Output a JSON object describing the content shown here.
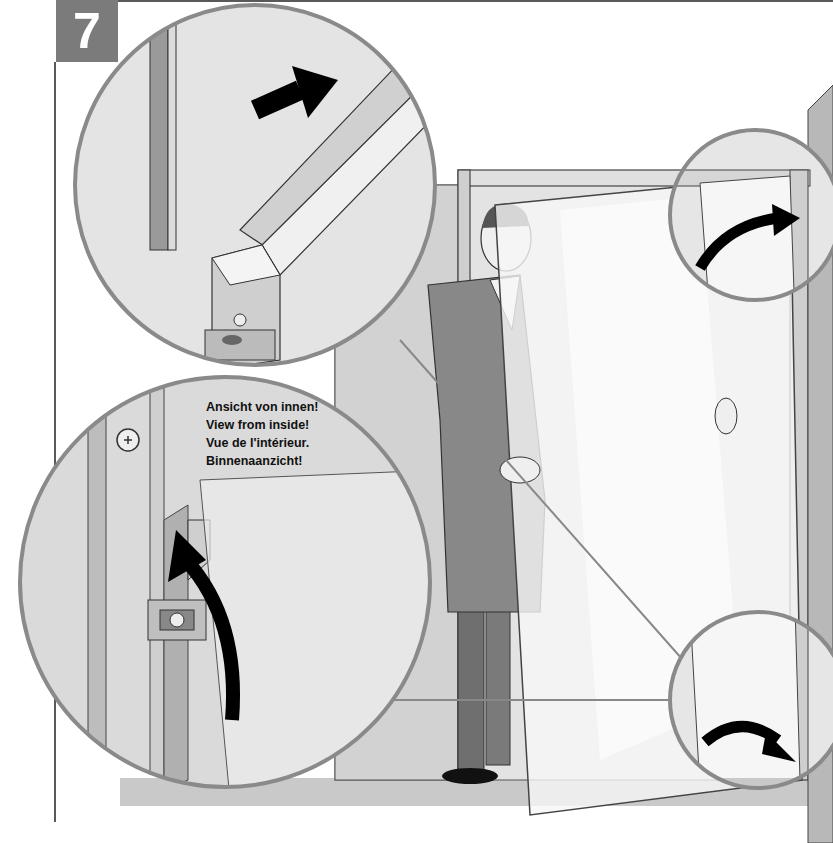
{
  "diagram": {
    "nodes": [
      {
        "text": [
          "7"
        ]
      }
    ],
    "labels": [
      "Ansicht von innen!",
      "View from inside!",
      "Vue de l'intérieur.",
      "Binnenaanzicht!"
    ]
  }
}
